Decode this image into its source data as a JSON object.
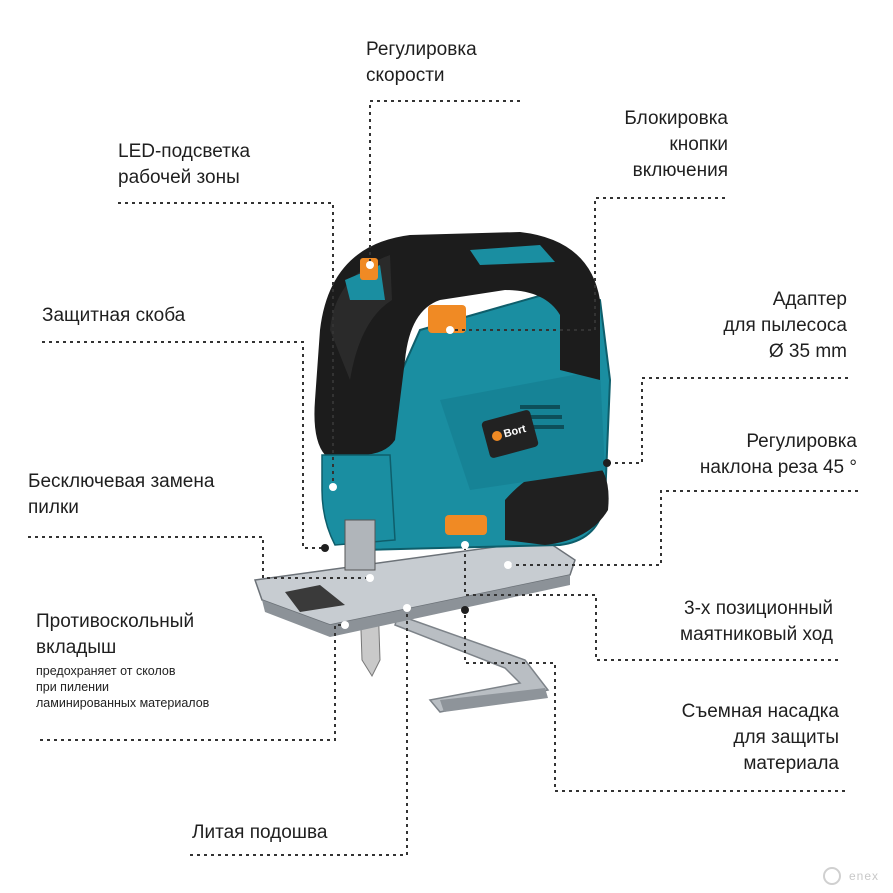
{
  "labels": {
    "speed": "Регулировка\nскорости",
    "led": "LED-подсветка\nрабочей зоны",
    "lock": "Блокировка\nкнопки\nвключения",
    "guard": "Защитная скоба",
    "adapter": "Адаптер\nдля пылесоса\nØ 35 mm",
    "bevel": "Регулировка\nнаклона реза 45 °",
    "keyless": "Бесключевая замена\nпилки",
    "antisplinter": "Противоскольный\nвкладыш",
    "antisplinter_note": "предохраняет от сколов\nпри пилении\nламинированных материалов",
    "pendulum": "3-х позиционный\nмаятниковый ход",
    "shoe_cover": "Съемная насадка\nдля защиты\nматериала",
    "base": "Литая подошва"
  },
  "brand": "Bort",
  "watermark": "enex",
  "colors": {
    "teal": "#1a8ea1",
    "black": "#1c1c1c",
    "orange": "#f08a24",
    "steel": "#b9bec3"
  }
}
